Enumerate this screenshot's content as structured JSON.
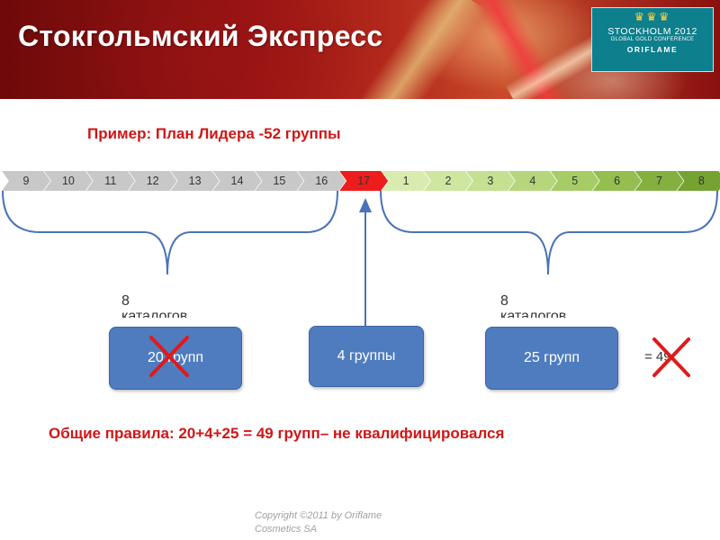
{
  "header": {
    "title": "Стокгольмский Экспресс",
    "logo": {
      "line1": "STOCKHOLM 2012",
      "line2": "GLOBAL GOLD CONFERENCE",
      "line3": "ORIFLAME"
    }
  },
  "subtitle": "Пример: План Лидера -52 группы",
  "timeline": {
    "segments": [
      {
        "label": "9",
        "color": "#c8c8c8"
      },
      {
        "label": "10",
        "color": "#c8c8c8"
      },
      {
        "label": "11",
        "color": "#c8c8c8"
      },
      {
        "label": "12",
        "color": "#c8c8c8"
      },
      {
        "label": "13",
        "color": "#c8c8c8"
      },
      {
        "label": "14",
        "color": "#c8c8c8"
      },
      {
        "label": "15",
        "color": "#c8c8c8"
      },
      {
        "label": "16",
        "color": "#c8c8c8"
      },
      {
        "label": "17",
        "color": "#ee1c1c"
      },
      {
        "label": "1",
        "color": "#d9ecb0"
      },
      {
        "label": "2",
        "color": "#cfe6a0"
      },
      {
        "label": "3",
        "color": "#c4e090"
      },
      {
        "label": "4",
        "color": "#b6d67c"
      },
      {
        "label": "5",
        "color": "#a6cc66"
      },
      {
        "label": "6",
        "color": "#94be50"
      },
      {
        "label": "7",
        "color": "#84b040"
      },
      {
        "label": "8",
        "color": "#74a332"
      }
    ]
  },
  "left_group": {
    "catalogs": "8",
    "catalogs_word": "каталогов",
    "box_label": "20 групп"
  },
  "center_group": {
    "box_label": "4 группы"
  },
  "right_group": {
    "catalogs": "8",
    "catalogs_word": "каталогов",
    "box_label": "25 групп"
  },
  "result": "= 49",
  "rule": "Общие правила: 20+4+25 = 49 групп– не квалифицировался",
  "copyright": {
    "line1": "Copyright ©2011 by Oriflame",
    "line2": "Cosmetics SA"
  },
  "colors": {
    "accent_red": "#d01616",
    "box_blue": "#4f7cbf",
    "cross_red": "#e01a1a",
    "bracket_blue": "#4a72b8"
  }
}
